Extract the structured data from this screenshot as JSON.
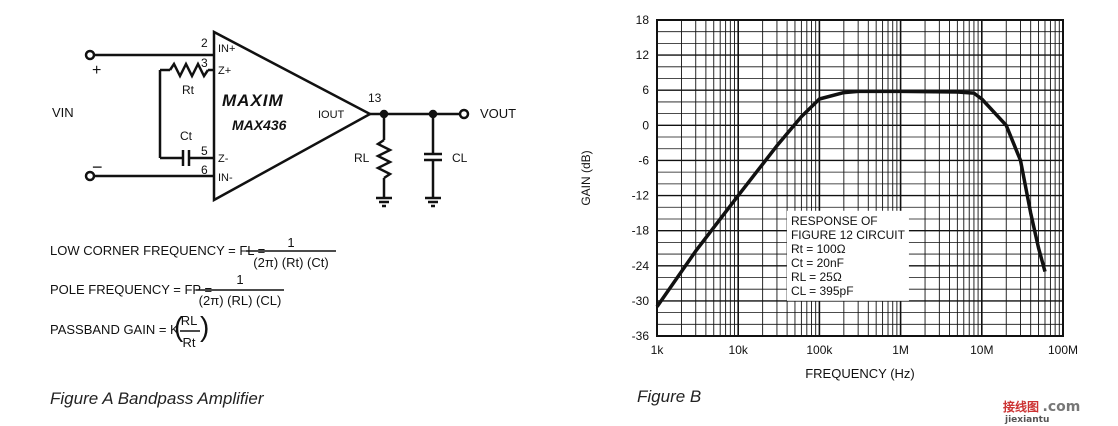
{
  "figure_a": {
    "caption": "Figure A Bandpass Amplifier",
    "chip_brand": "MAXIM",
    "chip_part": "MAX436",
    "pins": {
      "p2": "2",
      "p3": "3",
      "p5": "5",
      "p6": "6",
      "p13": "13"
    },
    "pin_labels": {
      "in_plus": "IN+",
      "z_plus": "Z+",
      "z_minus": "Z-",
      "in_minus": "IN-",
      "iout": "IOUT"
    },
    "components": {
      "rt": "Rt",
      "ct": "Ct",
      "rl": "RL",
      "cl": "CL"
    },
    "terminals": {
      "vin": "VIN",
      "vout": "VOUT",
      "plus": "+",
      "minus": "−"
    },
    "formulas": {
      "low_corner": {
        "label": "LOW CORNER FREQUENCY = FL =",
        "numerator": "1",
        "denominator": "(2π) (Rt) (Ct)"
      },
      "pole": {
        "label": "POLE FREQUENCY = FP =",
        "numerator": "1",
        "denominator": "(2π) (RL) (CL)"
      },
      "passband": {
        "label": "PASSBAND GAIN = K",
        "numerator": "RL",
        "denominator": "Rt"
      }
    }
  },
  "figure_b": {
    "caption": "Figure B",
    "annotation": [
      "RESPONSE OF",
      "FIGURE 12 CIRCUIT",
      "Rt = 100Ω",
      "Ct = 20nF",
      "RL = 25Ω",
      "CL = 395pF"
    ]
  },
  "chart_data": {
    "type": "line",
    "title": "",
    "xlabel": "FREQUENCY (Hz)",
    "ylabel": "GAIN (dB)",
    "x_scale": "log",
    "xlim": [
      1000,
      100000000
    ],
    "ylim": [
      -36,
      18
    ],
    "x_ticks": [
      "1k",
      "10k",
      "100k",
      "1M",
      "10M",
      "100M"
    ],
    "y_ticks": [
      "18",
      "12",
      "6",
      "0",
      "-6",
      "-12",
      "-18",
      "-24",
      "-30",
      "-36"
    ],
    "grid": true,
    "series": [
      {
        "x": [
          1000,
          3000,
          10000,
          30000,
          60000,
          100000,
          200000,
          300000,
          1000000,
          5000000,
          8000000,
          10000000,
          20000000,
          30000000,
          40000000,
          50000000,
          60000000
        ],
        "y": [
          -31,
          -21.5,
          -12,
          -3.5,
          1.5,
          4.5,
          5.6,
          5.8,
          5.8,
          5.7,
          5.5,
          4.5,
          0,
          -6,
          -15,
          -21,
          -25
        ]
      }
    ]
  },
  "watermark": {
    "line1": "接线图",
    "line2": "jiexiantu",
    "line3": ".com"
  }
}
